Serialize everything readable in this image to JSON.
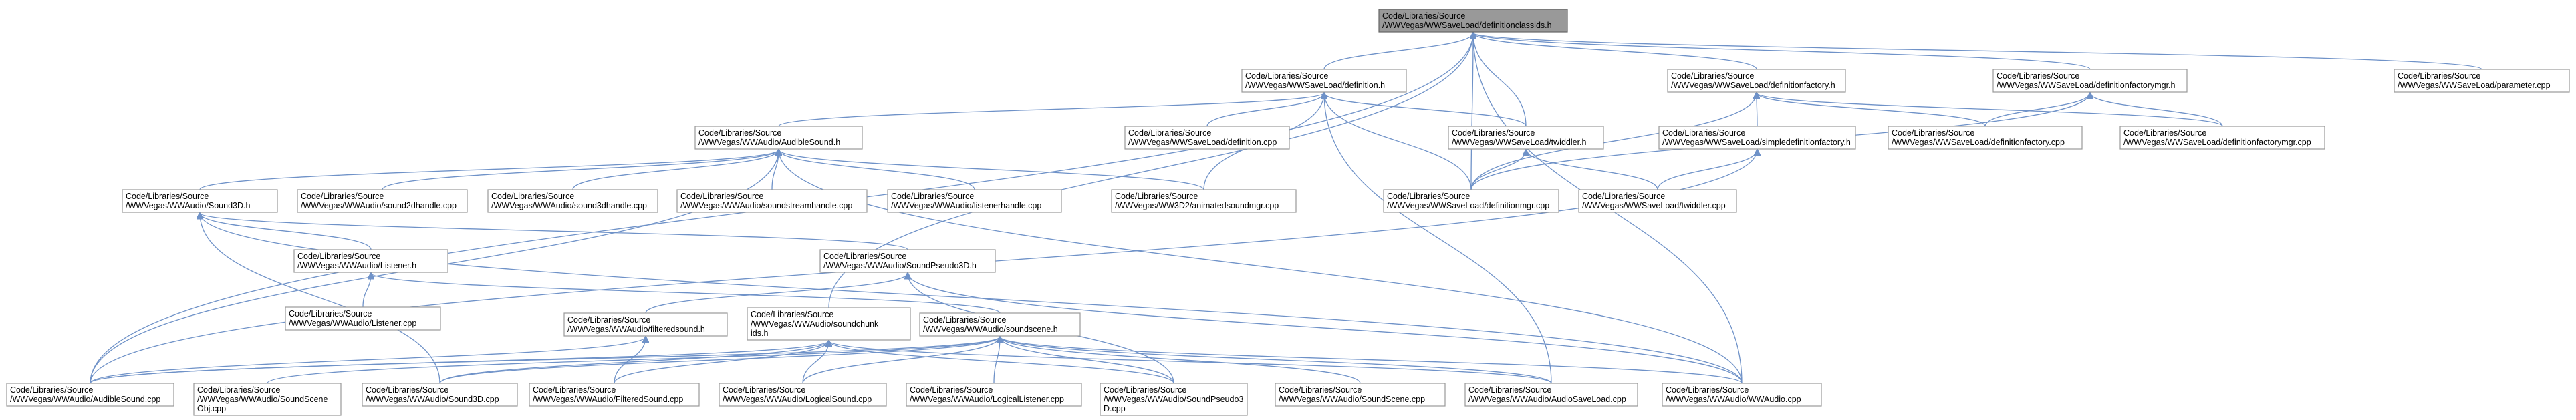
{
  "diagram": {
    "type": "include-dependency-graph",
    "colors": {
      "edge": "#6f92c8",
      "node_border": "#999999",
      "root_fill": "#999999",
      "node_fill": "#ffffff"
    },
    "nodes": [
      {
        "id": "root",
        "lines": [
          "Code/Libraries/Source",
          "/WWVegas/WWSaveLoad/definitionclassids.h"
        ],
        "root": true
      },
      {
        "id": "definition_h",
        "lines": [
          "Code/Libraries/Source",
          "/WWVegas/WWSaveLoad/definition.h"
        ]
      },
      {
        "id": "definitionfactory_h",
        "lines": [
          "Code/Libraries/Source",
          "/WWVegas/WWSaveLoad/definitionfactory.h"
        ]
      },
      {
        "id": "definitionfactorymgr_h",
        "lines": [
          "Code/Libraries/Source",
          "/WWVegas/WWSaveLoad/definitionfactorymgr.h"
        ]
      },
      {
        "id": "parameter_cpp",
        "lines": [
          "Code/Libraries/Source",
          "/WWVegas/WWSaveLoad/parameter.cpp"
        ]
      },
      {
        "id": "audiblesound_h",
        "lines": [
          "Code/Libraries/Source",
          "/WWVegas/WWAudio/AudibleSound.h"
        ]
      },
      {
        "id": "definition_cpp",
        "lines": [
          "Code/Libraries/Source",
          "/WWVegas/WWSaveLoad/definition.cpp"
        ]
      },
      {
        "id": "twiddler_h",
        "lines": [
          "Code/Libraries/Source",
          "/WWVegas/WWSaveLoad/twiddler.h"
        ]
      },
      {
        "id": "simpledefinitionfactory_h",
        "lines": [
          "Code/Libraries/Source",
          "/WWVegas/WWSaveLoad/simpledefinitionfactory.h"
        ]
      },
      {
        "id": "definitionfactory_cpp",
        "lines": [
          "Code/Libraries/Source",
          "/WWVegas/WWSaveLoad/definitionfactory.cpp"
        ]
      },
      {
        "id": "definitionfactorymgr_cpp",
        "lines": [
          "Code/Libraries/Source",
          "/WWVegas/WWSaveLoad/definitionfactorymgr.cpp"
        ]
      },
      {
        "id": "sound3d_h",
        "lines": [
          "Code/Libraries/Source",
          "/WWVegas/WWAudio/Sound3D.h"
        ]
      },
      {
        "id": "sound2dhandle_cpp",
        "lines": [
          "Code/Libraries/Source",
          "/WWVegas/WWAudio/sound2dhandle.cpp"
        ]
      },
      {
        "id": "sound3dhandle_cpp",
        "lines": [
          "Code/Libraries/Source",
          "/WWVegas/WWAudio/sound3dhandle.cpp"
        ]
      },
      {
        "id": "soundstreamhandle_cpp",
        "lines": [
          "Code/Libraries/Source",
          "/WWVegas/WWAudio/soundstreamhandle.cpp"
        ]
      },
      {
        "id": "listenerhandle_cpp",
        "lines": [
          "Code/Libraries/Source",
          "/WWVegas/WWAudio/listenerhandle.cpp"
        ]
      },
      {
        "id": "animatedsoundmgr_cpp",
        "lines": [
          "Code/Libraries/Source",
          "/WWVegas/WW3D2/animatedsoundmgr.cpp"
        ]
      },
      {
        "id": "definitionmgr_cpp",
        "lines": [
          "Code/Libraries/Source",
          "/WWVegas/WWSaveLoad/definitionmgr.cpp"
        ]
      },
      {
        "id": "twiddler_cpp",
        "lines": [
          "Code/Libraries/Source",
          "/WWVegas/WWSaveLoad/twiddler.cpp"
        ]
      },
      {
        "id": "listener_h",
        "lines": [
          "Code/Libraries/Source",
          "/WWVegas/WWAudio/Listener.h"
        ]
      },
      {
        "id": "soundpseudo3d_h",
        "lines": [
          "Code/Libraries/Source",
          "/WWVegas/WWAudio/SoundPseudo3D.h"
        ]
      },
      {
        "id": "listener_cpp",
        "lines": [
          "Code/Libraries/Source",
          "/WWVegas/WWAudio/Listener.cpp"
        ]
      },
      {
        "id": "filteredsound_h",
        "lines": [
          "Code/Libraries/Source",
          "/WWVegas/WWAudio/filteredsound.h"
        ]
      },
      {
        "id": "soundchunkids_h",
        "lines": [
          "Code/Libraries/Source",
          "/WWVegas/WWAudio/soundchunk",
          "ids.h"
        ]
      },
      {
        "id": "soundscene_h",
        "lines": [
          "Code/Libraries/Source",
          "/WWVegas/WWAudio/soundscene.h"
        ]
      },
      {
        "id": "audiblesound_cpp",
        "lines": [
          "Code/Libraries/Source",
          "/WWVegas/WWAudio/AudibleSound.cpp"
        ]
      },
      {
        "id": "soundsceneobj_cpp",
        "lines": [
          "Code/Libraries/Source",
          "/WWVegas/WWAudio/SoundScene",
          "Obj.cpp"
        ]
      },
      {
        "id": "sound3d_cpp",
        "lines": [
          "Code/Libraries/Source",
          "/WWVegas/WWAudio/Sound3D.cpp"
        ]
      },
      {
        "id": "filteredsound_cpp",
        "lines": [
          "Code/Libraries/Source",
          "/WWVegas/WWAudio/FilteredSound.cpp"
        ]
      },
      {
        "id": "logicalsound_cpp",
        "lines": [
          "Code/Libraries/Source",
          "/WWVegas/WWAudio/LogicalSound.cpp"
        ]
      },
      {
        "id": "logicallistener_cpp",
        "lines": [
          "Code/Libraries/Source",
          "/WWVegas/WWAudio/LogicalListener.cpp"
        ]
      },
      {
        "id": "soundpseudo3d_cpp",
        "lines": [
          "Code/Libraries/Source",
          "/WWVegas/WWAudio/SoundPseudo3",
          "D.cpp"
        ]
      },
      {
        "id": "soundscene_cpp",
        "lines": [
          "Code/Libraries/Source",
          "/WWVegas/WWAudio/SoundScene.cpp"
        ]
      },
      {
        "id": "audiosaveload_cpp",
        "lines": [
          "Code/Libraries/Source",
          "/WWVegas/WWAudio/AudioSaveLoad.cpp"
        ]
      },
      {
        "id": "wwaudio_cpp",
        "lines": [
          "Code/Libraries/Source",
          "/WWVegas/WWAudio/WWAudio.cpp"
        ]
      }
    ],
    "edges": [
      [
        "definition_h",
        "root"
      ],
      [
        "definitionfactory_h",
        "root"
      ],
      [
        "definitionfactorymgr_h",
        "root"
      ],
      [
        "parameter_cpp",
        "root"
      ],
      [
        "twiddler_h",
        "root"
      ],
      [
        "definitionmgr_cpp",
        "root"
      ],
      [
        "audiblesound_cpp",
        "root"
      ],
      [
        "soundchunkids_h",
        "root"
      ],
      [
        "wwaudio_cpp",
        "root"
      ],
      [
        "audiblesound_h",
        "definition_h"
      ],
      [
        "definition_cpp",
        "definition_h"
      ],
      [
        "twiddler_h",
        "definition_h"
      ],
      [
        "definitionmgr_cpp",
        "definition_h"
      ],
      [
        "animatedsoundmgr_cpp",
        "definition_h"
      ],
      [
        "audiosaveload_cpp",
        "definition_h"
      ],
      [
        "simpledefinitionfactory_h",
        "definitionfactory_h"
      ],
      [
        "definitionfactory_cpp",
        "definitionfactory_h"
      ],
      [
        "definitionfactorymgr_cpp",
        "definitionfactory_h"
      ],
      [
        "definitionmgr_cpp",
        "definitionfactory_h"
      ],
      [
        "definitionfactory_cpp",
        "definitionfactorymgr_h"
      ],
      [
        "definitionfactorymgr_cpp",
        "definitionfactorymgr_h"
      ],
      [
        "definitionmgr_cpp",
        "definitionfactorymgr_h"
      ],
      [
        "sound3d_h",
        "audiblesound_h"
      ],
      [
        "sound2dhandle_cpp",
        "audiblesound_h"
      ],
      [
        "sound3dhandle_cpp",
        "audiblesound_h"
      ],
      [
        "soundstreamhandle_cpp",
        "audiblesound_h"
      ],
      [
        "listenerhandle_cpp",
        "audiblesound_h"
      ],
      [
        "animatedsoundmgr_cpp",
        "audiblesound_h"
      ],
      [
        "audiblesound_cpp",
        "audiblesound_h"
      ],
      [
        "wwaudio_cpp",
        "audiblesound_h"
      ],
      [
        "definitionmgr_cpp",
        "twiddler_h"
      ],
      [
        "twiddler_cpp",
        "twiddler_h"
      ],
      [
        "twiddler_cpp",
        "simpledefinitionfactory_h"
      ],
      [
        "audiblesound_cpp",
        "simpledefinitionfactory_h"
      ],
      [
        "listener_h",
        "sound3d_h"
      ],
      [
        "soundpseudo3d_h",
        "sound3d_h"
      ],
      [
        "sound3d_cpp",
        "sound3d_h"
      ],
      [
        "wwaudio_cpp",
        "sound3d_h"
      ],
      [
        "listener_cpp",
        "listener_h"
      ],
      [
        "soundscene_h",
        "listener_h"
      ],
      [
        "filteredsound_h",
        "soundpseudo3d_h"
      ],
      [
        "soundpseudo3d_cpp",
        "soundpseudo3d_h"
      ],
      [
        "wwaudio_cpp",
        "soundpseudo3d_h"
      ],
      [
        "audiblesound_cpp",
        "filteredsound_h"
      ],
      [
        "filteredsound_cpp",
        "filteredsound_h"
      ],
      [
        "audiblesound_cpp",
        "soundchunkids_h"
      ],
      [
        "sound3d_cpp",
        "soundchunkids_h"
      ],
      [
        "filteredsound_cpp",
        "soundchunkids_h"
      ],
      [
        "logicalsound_cpp",
        "soundchunkids_h"
      ],
      [
        "soundpseudo3d_cpp",
        "soundchunkids_h"
      ],
      [
        "audiosaveload_cpp",
        "soundchunkids_h"
      ],
      [
        "audiblesound_cpp",
        "soundscene_h"
      ],
      [
        "soundsceneobj_cpp",
        "soundscene_h"
      ],
      [
        "sound3d_cpp",
        "soundscene_h"
      ],
      [
        "logicalsound_cpp",
        "soundscene_h"
      ],
      [
        "logicallistener_cpp",
        "soundscene_h"
      ],
      [
        "soundpseudo3d_cpp",
        "soundscene_h"
      ],
      [
        "soundscene_cpp",
        "soundscene_h"
      ],
      [
        "audiosaveload_cpp",
        "soundscene_h"
      ],
      [
        "wwaudio_cpp",
        "soundscene_h"
      ]
    ]
  }
}
